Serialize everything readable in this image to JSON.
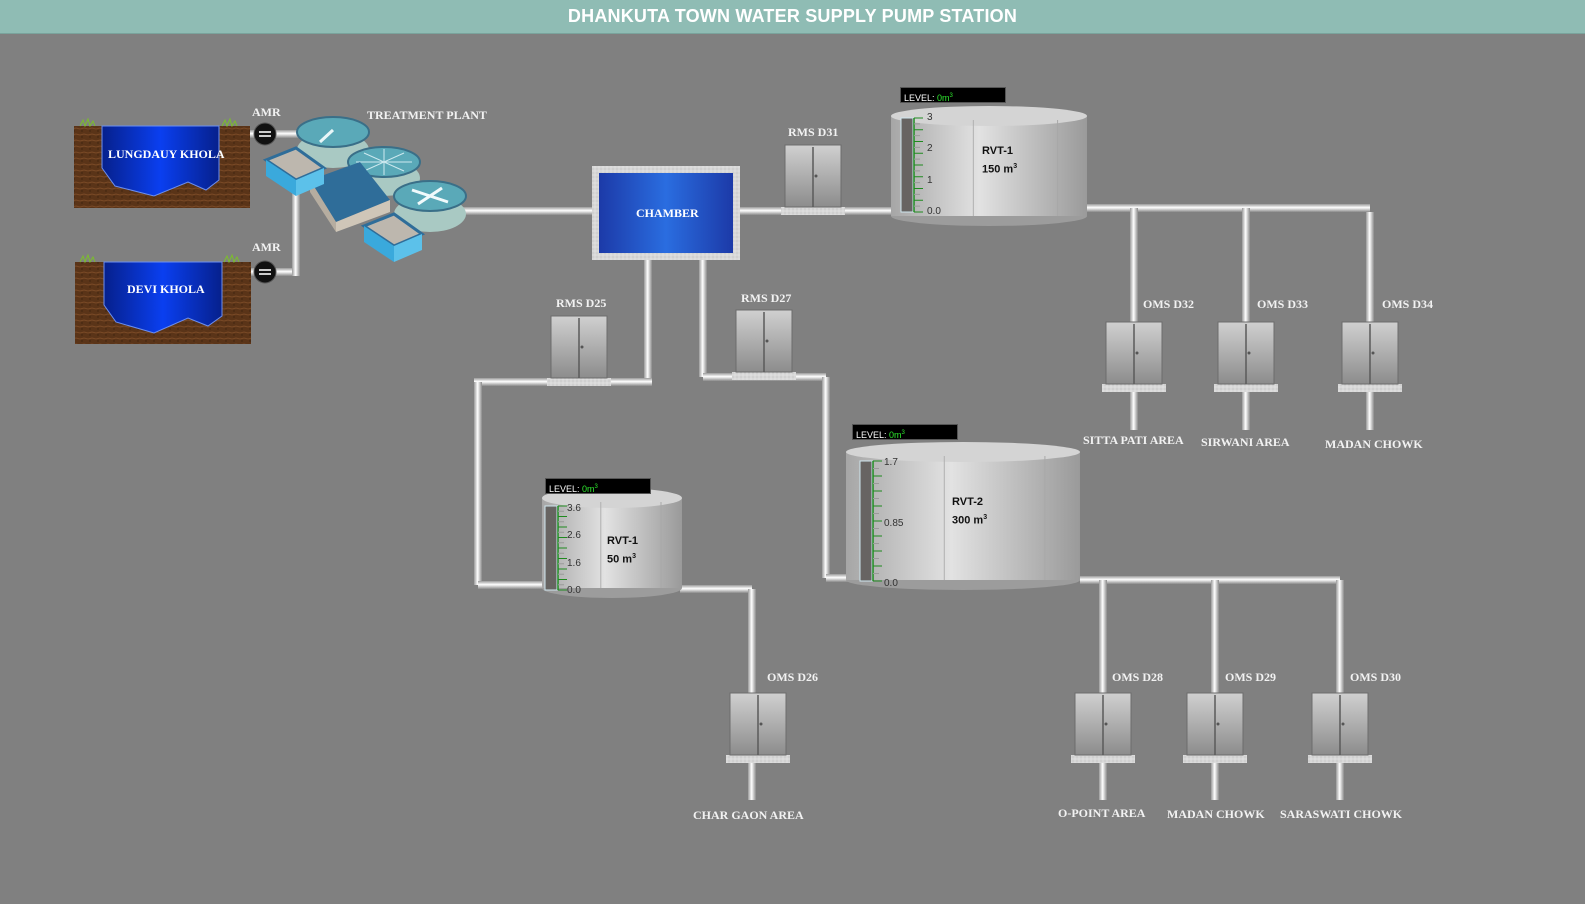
{
  "header": {
    "title": "DHANKUTA TOWN WATER SUPPLY PUMP STATION",
    "bg_color": "#8fbcb4"
  },
  "sources": [
    {
      "name": "LUNGDAUY KHOLA",
      "meter_label": "AMR"
    },
    {
      "name": "DEVI KHOLA",
      "meter_label": "AMR"
    }
  ],
  "treatment_plant": {
    "label": "TREATMENT PLANT"
  },
  "chamber": {
    "label": "CHAMBER"
  },
  "rms": [
    {
      "label": "RMS D31"
    },
    {
      "label": "RMS D25"
    },
    {
      "label": "RMS D27"
    }
  ],
  "tanks": [
    {
      "id": "rvt1_150",
      "name": "RVT-1",
      "capacity": "150 m",
      "level_prefix": "LEVEL: ",
      "level_value": "0m",
      "scale": [
        "3",
        "2",
        "1",
        "0.0"
      ],
      "level_fraction": 0
    },
    {
      "id": "rvt1_50",
      "name": "RVT-1",
      "capacity": "50 m",
      "level_prefix": "LEVEL: ",
      "level_value": "0m",
      "scale": [
        "3.6",
        "2.6",
        "1.6",
        "0.0"
      ],
      "level_fraction": 0
    },
    {
      "id": "rvt2_300",
      "name": "RVT-2",
      "capacity": "300 m",
      "level_prefix": "LEVEL: ",
      "level_value": "0m",
      "scale": [
        "1.7",
        "0.85",
        "0.0"
      ],
      "level_fraction": 0
    }
  ],
  "oms": [
    {
      "label": "OMS D32",
      "area": "SITTA PATI AREA"
    },
    {
      "label": "OMS D33",
      "area": "SIRWANI AREA"
    },
    {
      "label": "OMS D34",
      "area": "MADAN CHOWK"
    },
    {
      "label": "OMS D26",
      "area": "CHAR GAON AREA"
    },
    {
      "label": "OMS D28",
      "area": "O-POINT AREA"
    },
    {
      "label": "OMS D29",
      "area": "MADAN CHOWK"
    },
    {
      "label": "OMS D30",
      "area": "SARASWATI CHOWK"
    }
  ],
  "colors": {
    "background": "#808080",
    "level_value": "#2ee82e",
    "water": "#0a3fd6"
  }
}
